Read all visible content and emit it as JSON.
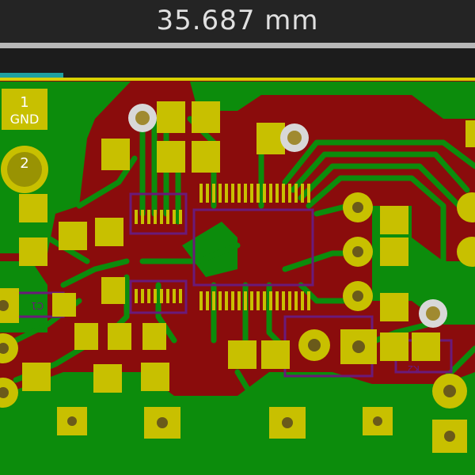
{
  "measurement": {
    "value_text": "35.687 mm"
  },
  "pads": [
    {
      "number": "1",
      "net": "GND"
    },
    {
      "number": "2",
      "net": ""
    }
  ],
  "silkscreen": {
    "ref_k2": "K2",
    "ref_c1": "C1"
  },
  "colors": {
    "background": "#1c1c1c",
    "board_red": "#8a0c0c",
    "copper_green": "#0c8c0c",
    "pad_yellow": "#c8c000",
    "via_white": "#d8d8d8",
    "drill": "#6a5a1a",
    "silk_purple": "#6a1a7a",
    "outline_yellow": "#d8d000"
  },
  "icons": [
    "via-icon",
    "drill-hole-icon"
  ]
}
